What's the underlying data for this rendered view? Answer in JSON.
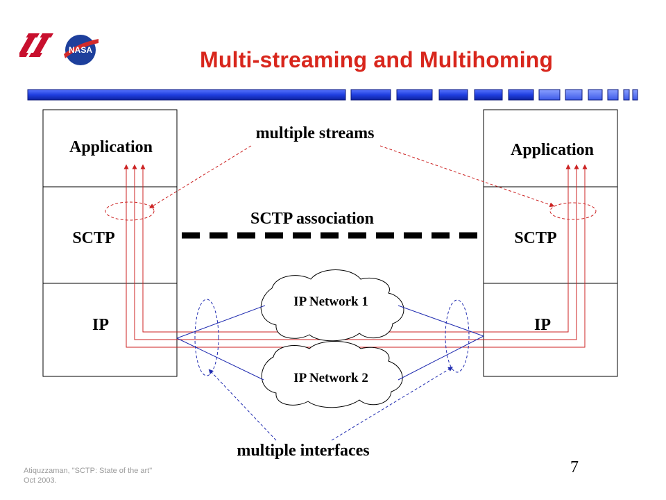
{
  "slide": {
    "title": "Multi-streaming and Multihoming",
    "page_number": "7",
    "footer": {
      "line1": "Atiquzzaman, \"SCTP: State of the art\"",
      "line2": "Oct 2003."
    },
    "logos": [
      "ou-logo",
      "nasa-logo"
    ],
    "logo_text": {
      "nasa": "NASA"
    }
  },
  "diagram": {
    "left_stack": {
      "layers": [
        "Application",
        "SCTP",
        "IP"
      ]
    },
    "right_stack": {
      "layers": [
        "Application",
        "SCTP",
        "IP"
      ]
    },
    "labels": {
      "multiple_streams": "multiple streams",
      "sctp_association": "SCTP association",
      "multiple_interfaces": "multiple interfaces"
    },
    "networks": [
      "IP Network 1",
      "IP Network 2"
    ],
    "colors": {
      "streams": "#cc2222",
      "interfaces": "#1f2bb0",
      "association": "#000000",
      "title": "#d8261c",
      "bar": "#1f3fe0"
    }
  }
}
